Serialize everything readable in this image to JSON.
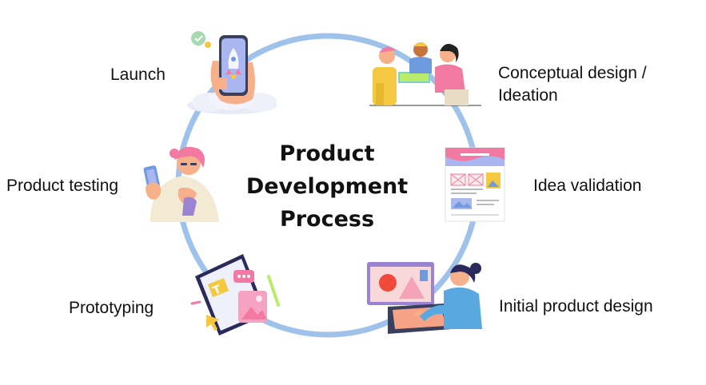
{
  "diagram": {
    "title_lines": [
      "Product",
      "Development",
      "Process"
    ],
    "stages": {
      "launch": "Launch",
      "ideation_line1": "Conceptual design /",
      "ideation_line2": "Ideation",
      "validation": "Idea validation",
      "initial_design": "Initial product design",
      "prototyping": "Prototyping",
      "testing": "Product testing"
    },
    "icons": {
      "launch": "rocket-phone-icon",
      "ideation": "team-meeting-icon",
      "validation": "wireframe-icon",
      "initial_design": "designer-tablet-icon",
      "prototyping": "design-board-icon",
      "testing": "person-phone-icon"
    },
    "colors": {
      "ring": "#9fc2ea",
      "text": "#111111",
      "accent_pink": "#f27aa2",
      "accent_blue": "#6e9be0",
      "accent_yellow": "#f5c842"
    }
  }
}
